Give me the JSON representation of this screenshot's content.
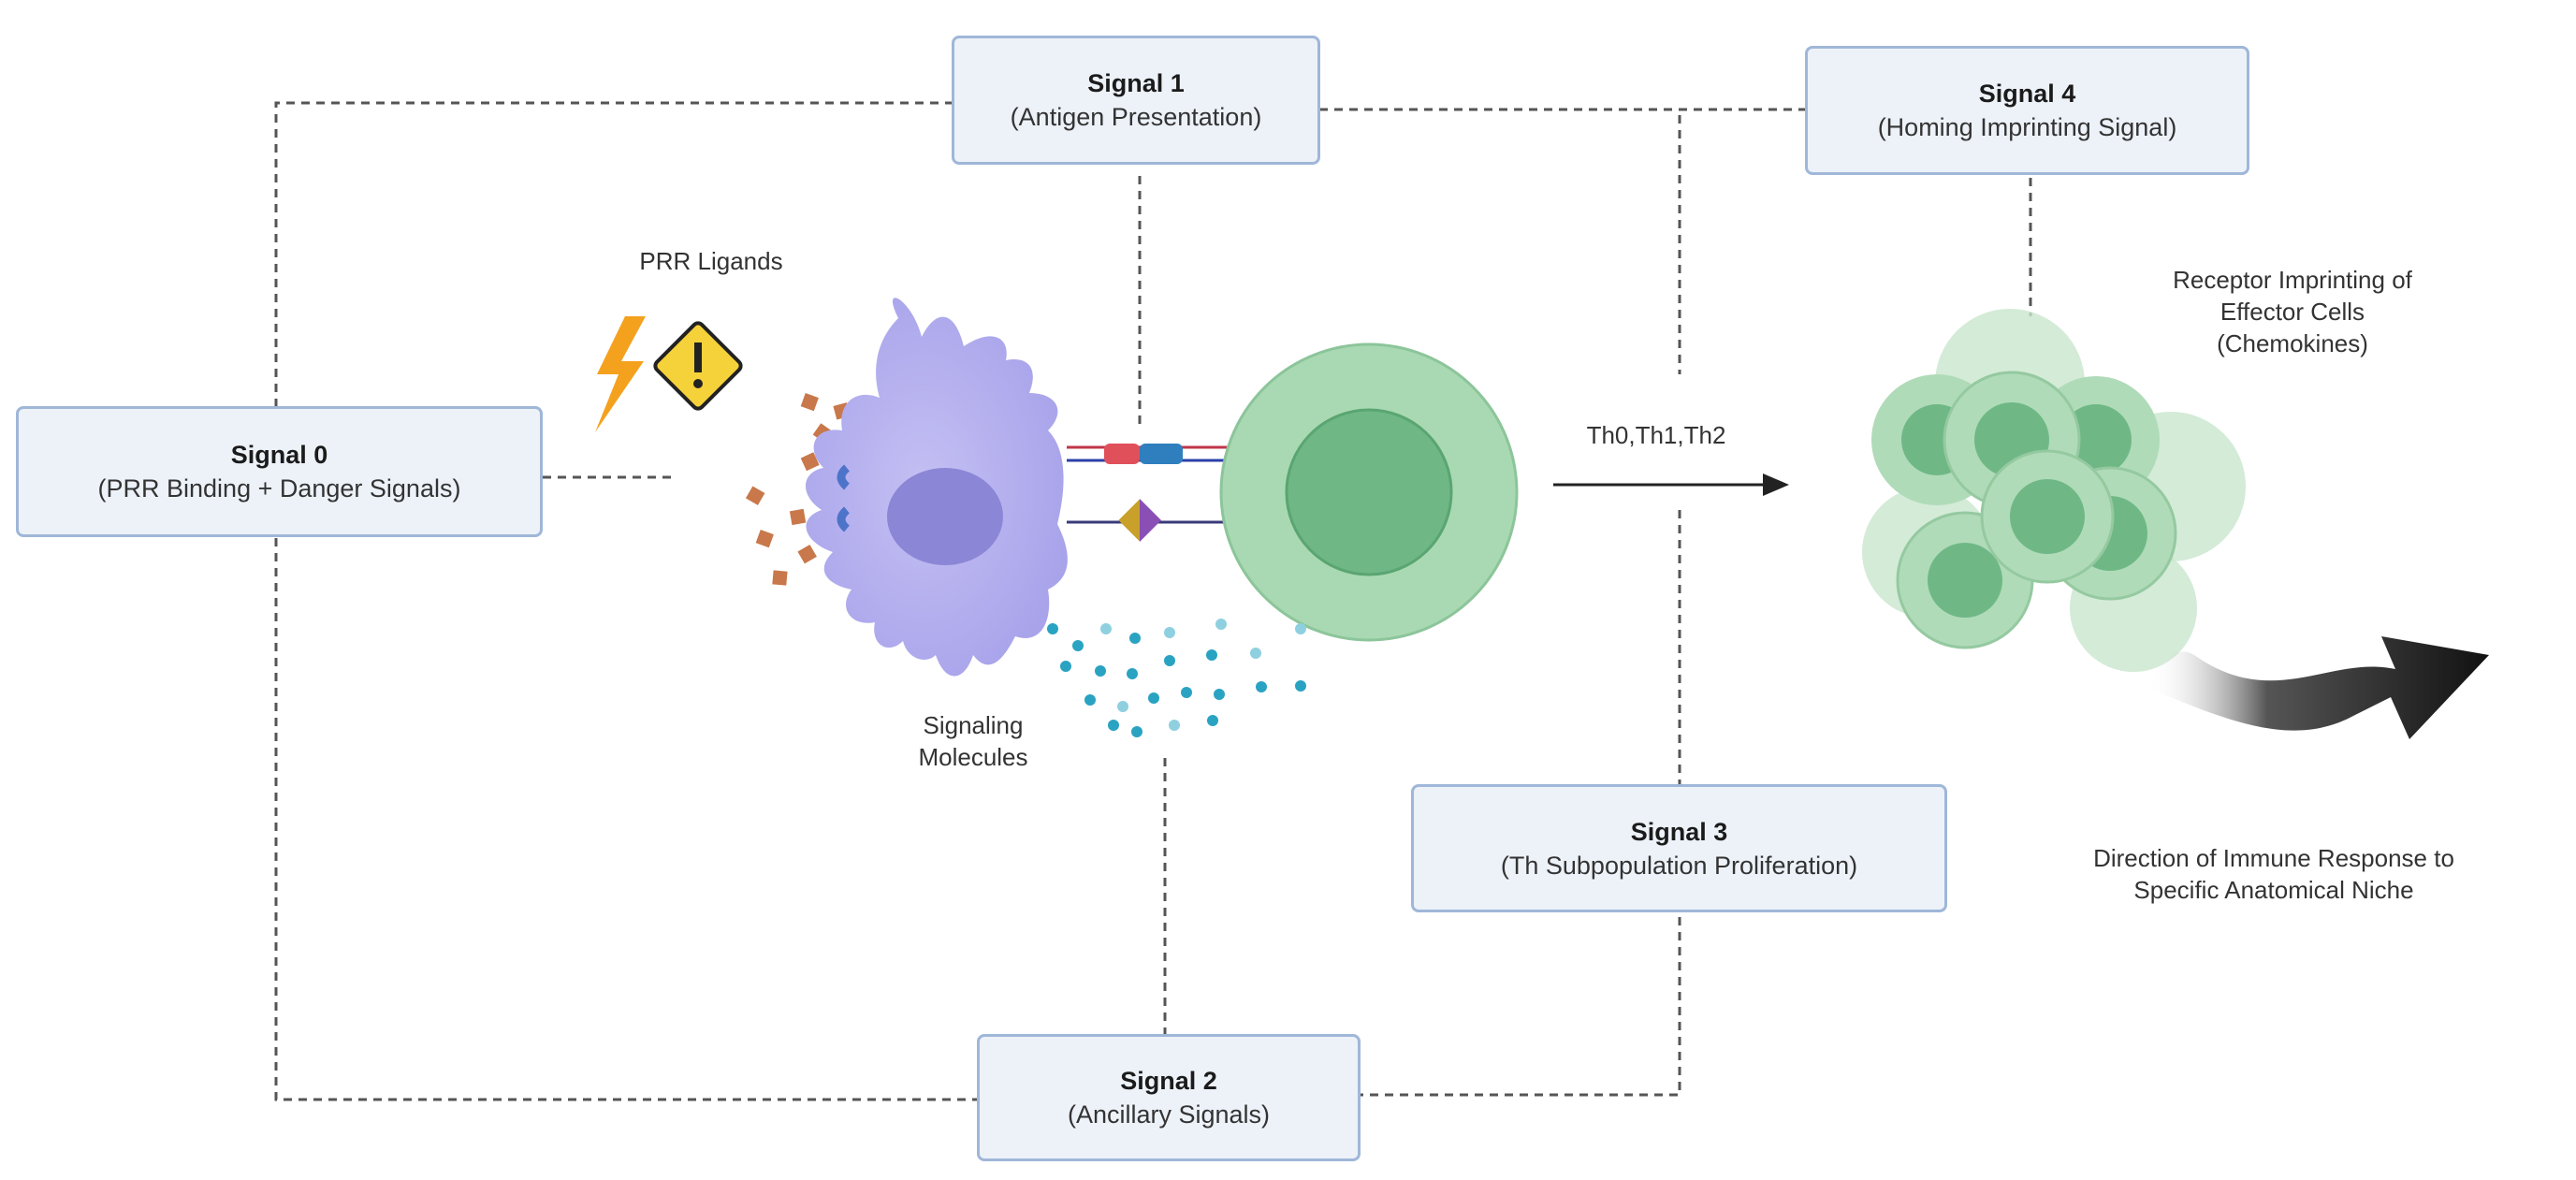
{
  "signals": {
    "s0": {
      "title": "Signal 0",
      "subtitle": "(PRR Binding + Danger Signals)"
    },
    "s1": {
      "title": "Signal 1",
      "subtitle": "(Antigen Presentation)"
    },
    "s2": {
      "title": "Signal 2",
      "subtitle": "(Ancillary Signals)"
    },
    "s3": {
      "title": "Signal 3",
      "subtitle": "(Th Subpopulation Proliferation)"
    },
    "s4": {
      "title": "Signal 4",
      "subtitle": "(Homing Imprinting Signal)"
    }
  },
  "labels": {
    "prr_ligands": "PRR Ligands",
    "signaling_molecules_1": "Signaling",
    "signaling_molecules_2": "Molecules",
    "th_types": "Th0,Th1,Th2",
    "receptor_1": "Receptor Imprinting of",
    "receptor_2": "Effector Cells",
    "receptor_3": "(Chemokines)",
    "direction_1": "Direction of Immune Response to",
    "direction_2": "Specific Anatomical Niche"
  },
  "colors": {
    "box_fill": "#edf2f9",
    "box_border": "#9fb7d8",
    "dendritic_cell": "#b8b4ef",
    "t_cell": "#a9d9b2",
    "t_cell_nucleus": "#6fb886",
    "ligand": "#c8784a",
    "molecules": "#2aa3c2",
    "lightning": "#f4a11e",
    "warning": "#f6d23a"
  },
  "icons": [
    "lightning-icon",
    "warning-icon",
    "curved-arrow-icon"
  ]
}
